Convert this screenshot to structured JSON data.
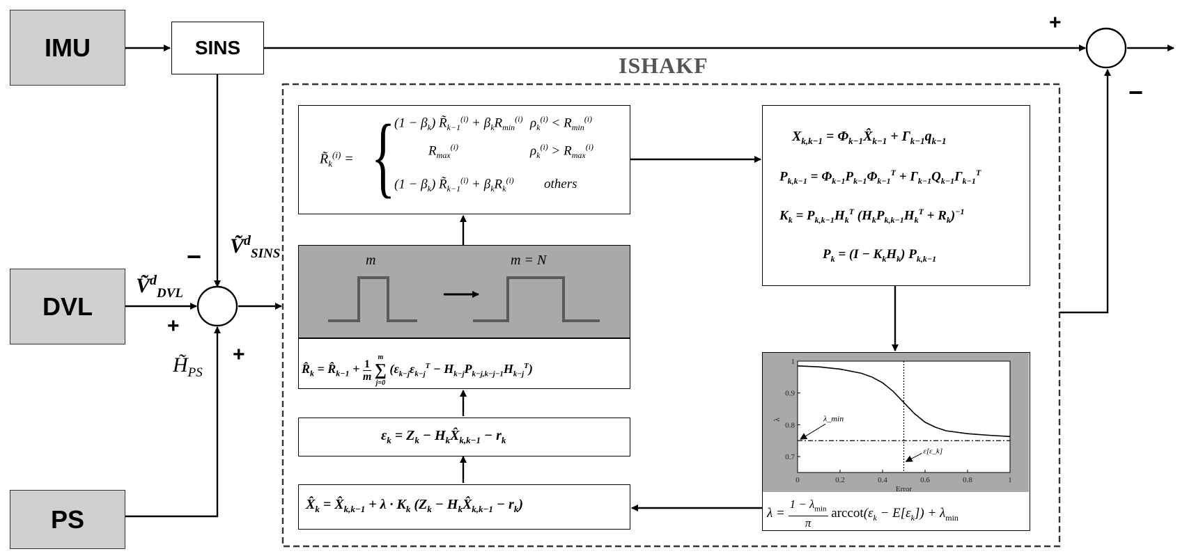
{
  "blocks": {
    "imu": "IMU",
    "sins": "SINS",
    "dvl": "DVL",
    "ps": "PS",
    "ishakf": "ISHAKF"
  },
  "signs": {
    "sum_top_plus": "+",
    "sum_top_minus": "−",
    "dvl_minus": "−",
    "dvl_plus_left": "+",
    "dvl_plus_bottom": "+"
  },
  "signals": {
    "v_sins": "Ṽ^d_SINS",
    "v_dvl": "Ṽ^d_DVL",
    "h_ps": "H̃_PS"
  },
  "equations": {
    "r_tilde_lhs": "R̃_k^(i) =",
    "r_tilde_case1": "(1 − β_k) R̃_{k−1}^(i) + β_k R_min^(i)",
    "r_tilde_cond1": "ρ_k^(i) < R_min^(i)",
    "r_tilde_case2": "R_max^(i)",
    "r_tilde_cond2": "ρ_k^(i) > R_max^(i)",
    "r_tilde_case3": "(1 − β_k) R̃_{k−1}^(i) + β_k R_k^(i)",
    "r_tilde_cond3": "others",
    "window_m": "m",
    "window_mN": "m = N",
    "r_hat": "R̂_k = R̂_{k−1} + (1/m) Σ_{j=0}^{m} (ε_{k−j} ε_{k−j}^T − H_{k−j} P_{k−j,k−j−1} H_{k−j}^T)",
    "eps": "ε_k = Z_k − H_k X̂_{k,k−1} − r_k",
    "x_hat": "X̂_k = X̂_{k,k−1} + λ · K_k (Z_k − H_k X̂_{k,k−1} − r_k)",
    "kf1": "X_{k,k−1} = Φ_{k−1} X̂_{k−1} + Γ_{k−1} q_{k−1}",
    "kf2": "P_{k,k−1} = Φ_{k−1} P_{k−1} Φ_{k−1}^T + Γ_{k−1} Q_{k−1} Γ_{k−1}^T",
    "kf3": "K_k = P_{k,k−1} H_k^T (H_k P_{k,k−1} H_k^T + R_k)^{−1}",
    "kf4": "P_k = (I − K_k H_k) P_{k,k−1}",
    "lambda": "λ = (1 − λ_min)/π · arccot(ε_k − E[ε_k]) + λ_min"
  },
  "chart_data": {
    "type": "line",
    "xlabel": "Error",
    "ylabel": "λ",
    "xlim": [
      0,
      1
    ],
    "ylim": [
      0.65,
      1
    ],
    "xticks": [
      "0",
      "0.2",
      "0.4",
      "0.6",
      "0.8",
      "1"
    ],
    "yticks": [
      "1",
      "0.9",
      "0.8",
      "0.7"
    ],
    "series": [
      {
        "x": [
          0,
          0.1,
          0.2,
          0.3,
          0.35,
          0.4,
          0.45,
          0.5,
          0.55,
          0.6,
          0.65,
          0.7,
          0.8,
          0.9,
          1.0
        ],
        "y": [
          0.985,
          0.982,
          0.975,
          0.962,
          0.95,
          0.932,
          0.905,
          0.87,
          0.835,
          0.808,
          0.792,
          0.781,
          0.772,
          0.767,
          0.763
        ]
      }
    ],
    "lambda_min": 0.75,
    "e_eps": 0.5,
    "annotations": [
      "λ_min",
      "ε[ε_k]"
    ],
    "grid": false
  }
}
